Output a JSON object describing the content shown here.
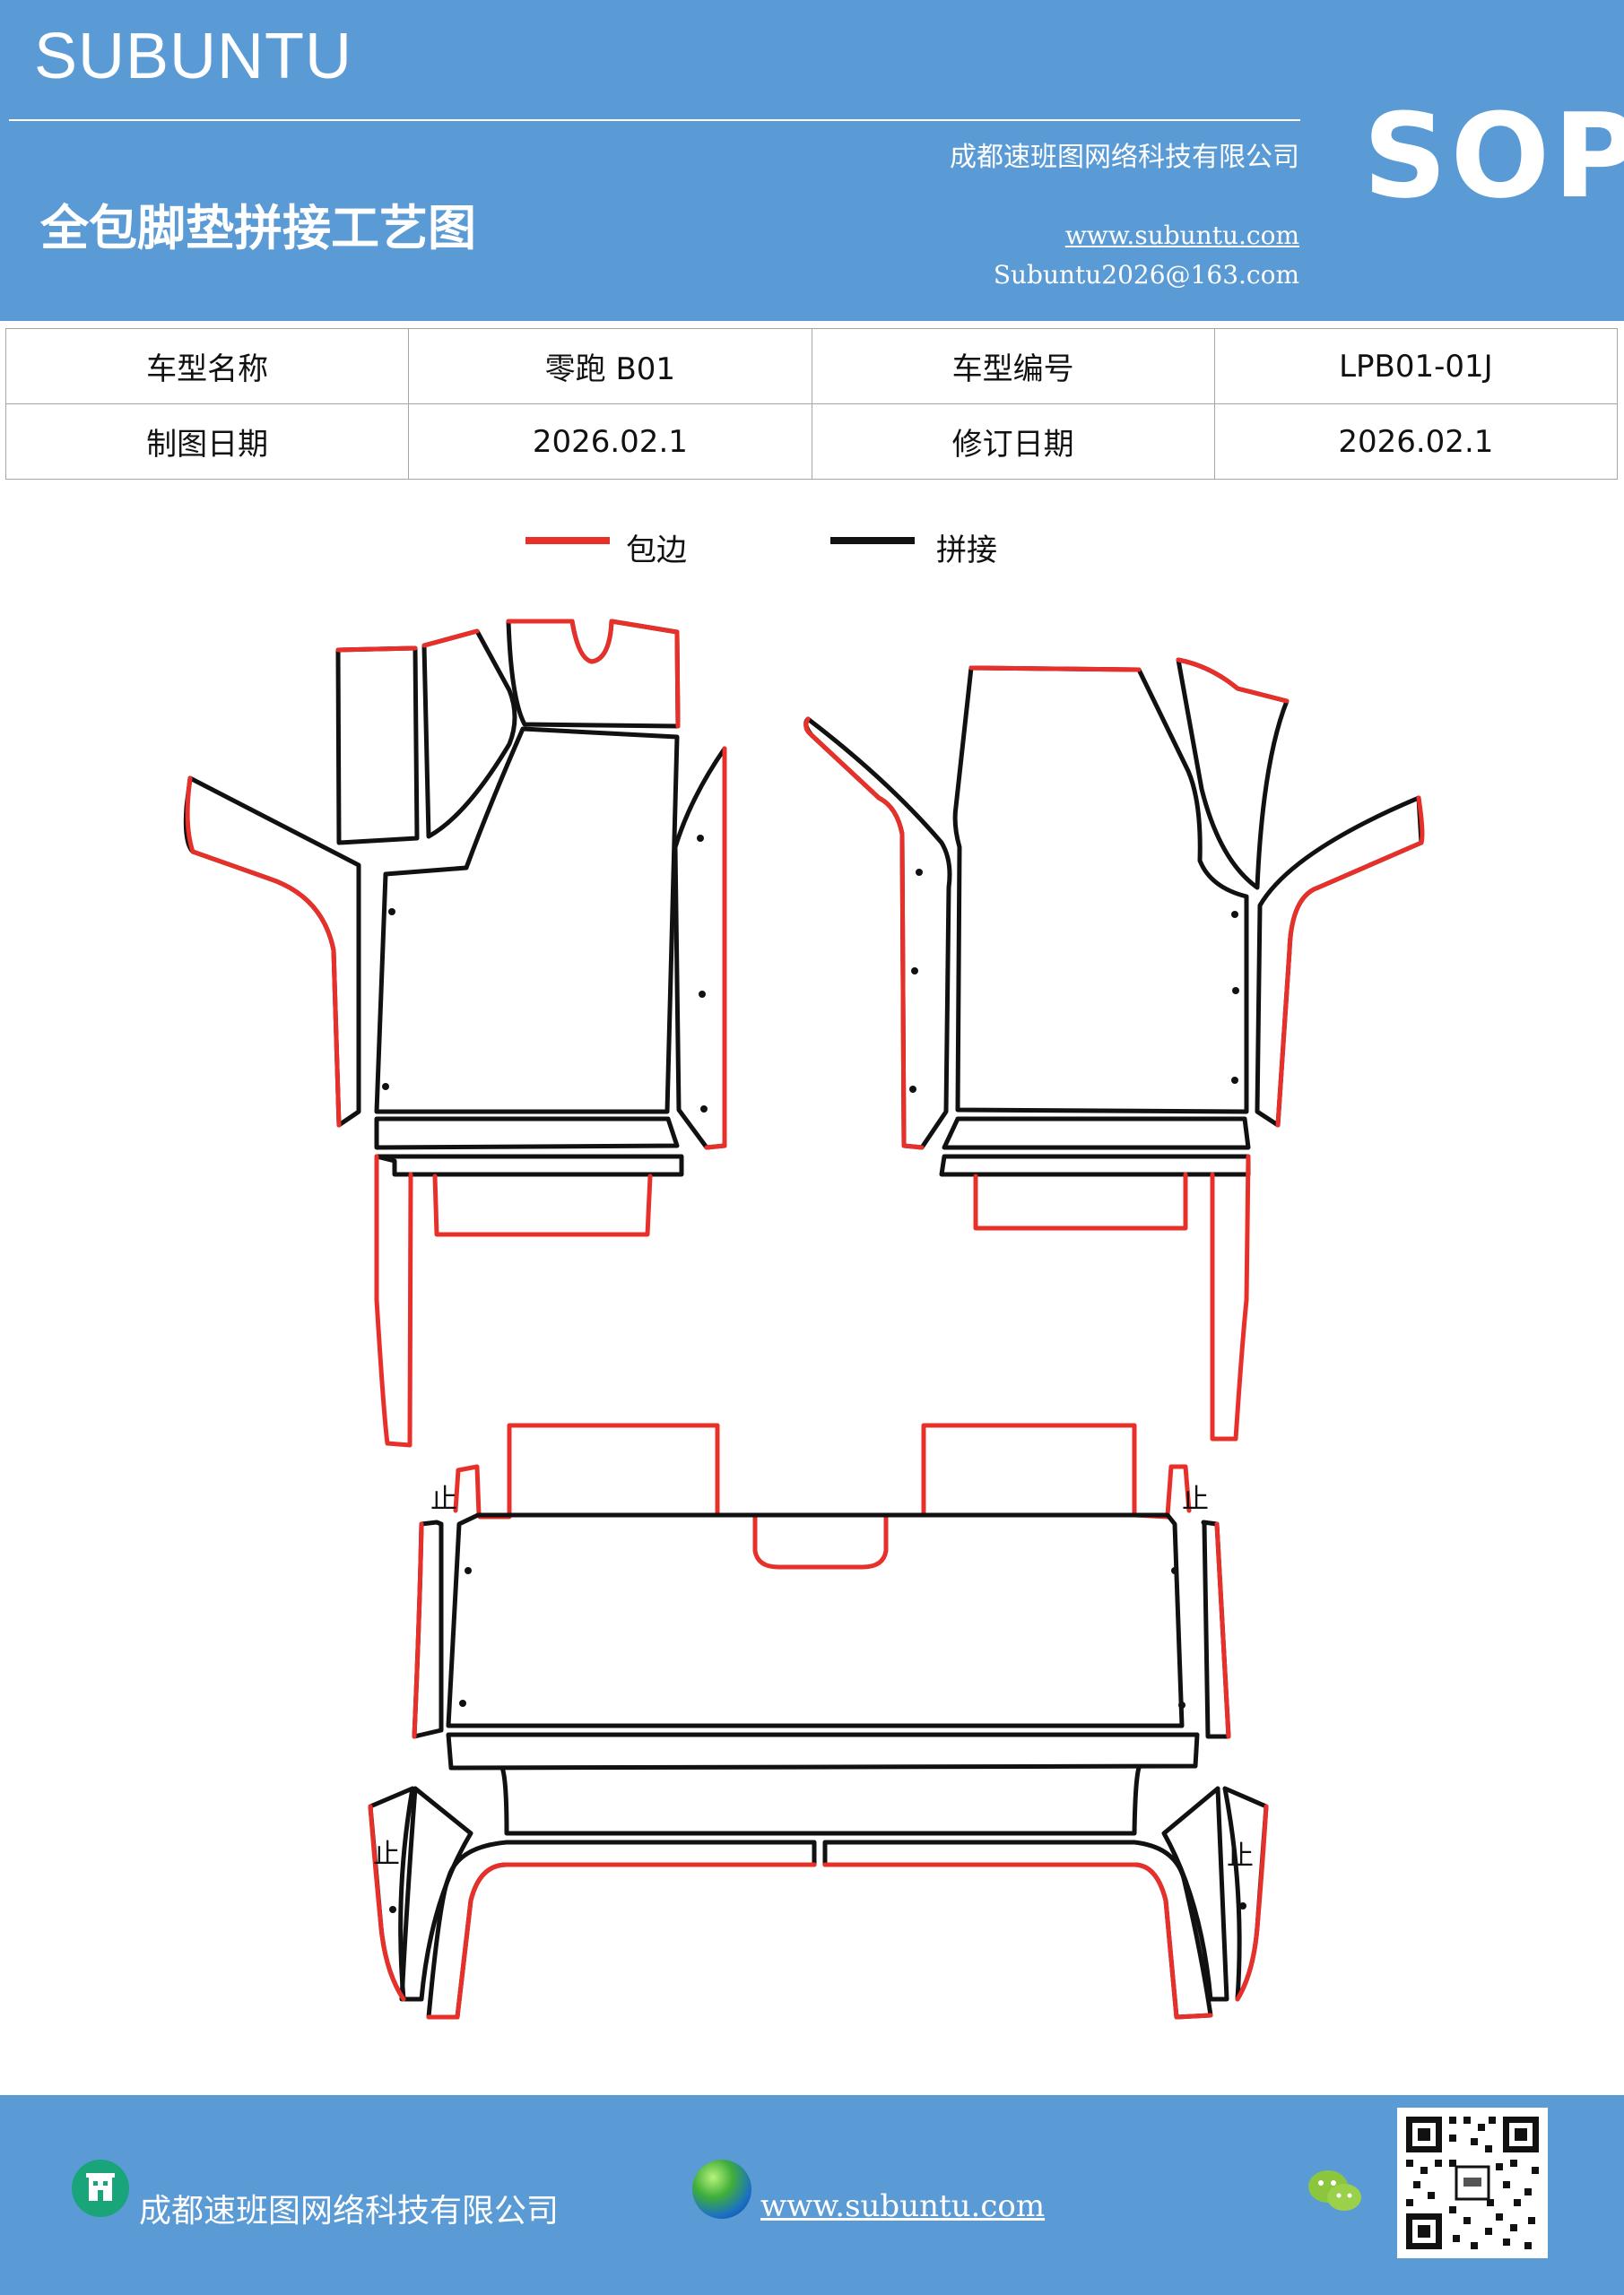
{
  "header": {
    "brand": "SUBUNTU",
    "company": "成都速班图网络科技有限公司",
    "title": "全包脚垫拼接工艺图",
    "website": "www.subuntu.com",
    "email": "Subuntu2026@163.com",
    "badge": "SOP"
  },
  "info_table": {
    "rows": [
      [
        "车型名称",
        "零跑 B01",
        "车型编号",
        "LPB01-01J"
      ],
      [
        "制图日期",
        "2026.02.1",
        "修订日期",
        "2026.02.1"
      ]
    ]
  },
  "legend": {
    "items": [
      {
        "label": "包边",
        "color": "#e8302b"
      },
      {
        "label": "拼接",
        "color": "#111111"
      }
    ]
  },
  "diagram": {
    "marks": [
      "止",
      "止",
      "止",
      "止"
    ],
    "edge_color": "#e8302b",
    "seam_color": "#111111"
  },
  "footer": {
    "company": "成都速班图网络科技有限公司",
    "website": "www.subuntu.com"
  },
  "icons": {
    "building": "building-icon",
    "globe": "globe-icon",
    "wechat": "wechat-icon",
    "qr": "qr-code-icon"
  }
}
